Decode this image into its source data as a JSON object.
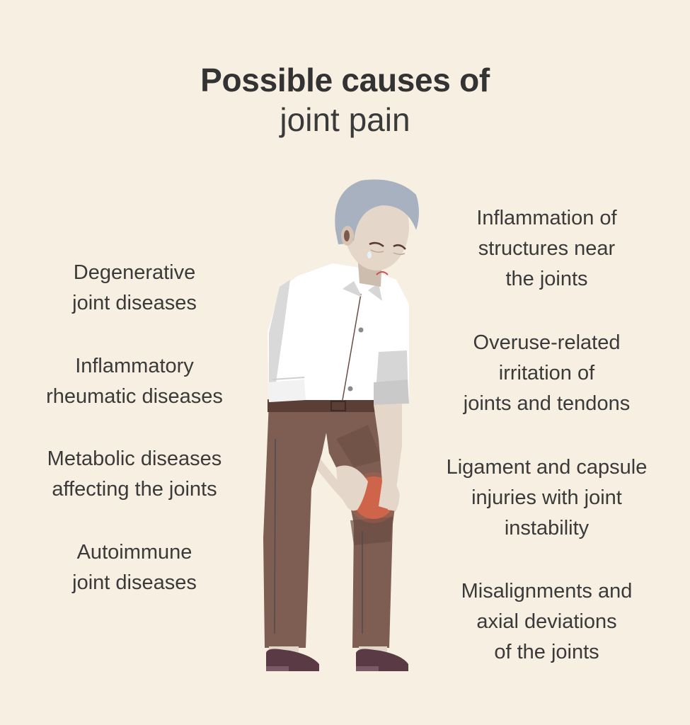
{
  "title": {
    "line1": "Possible causes of",
    "line2": "joint pain"
  },
  "left_causes": [
    {
      "text": "Degenerative\njoint diseases"
    },
    {
      "text": "Inflammatory\nrheumatic diseases"
    },
    {
      "text": "Metabolic diseases\naffecting the joints"
    },
    {
      "text": "Autoimmune\njoint diseases"
    }
  ],
  "right_causes": [
    {
      "text": "Inflammation of\nstructures near\nthe joints"
    },
    {
      "text": "Overuse-related\nirritation of\njoints and tendons"
    },
    {
      "text": "Ligament and capsule\ninjuries with joint\ninstability"
    },
    {
      "text": "Misalignments and\naxial deviations\nof the joints"
    }
  ],
  "illustration": {
    "subject": "elderly-man-holding-painful-knee",
    "colors": {
      "background": "#f7f0e2",
      "hair": "#a7b1bf",
      "skin": "#e4d6c8",
      "shirt": "#ffffff",
      "shirt_shadow": "#d6d6d6",
      "trousers": "#7e5e52",
      "trousers_dark": "#6a4c43",
      "belt": "#5b3e36",
      "shoes": "#5a3a45",
      "pain_spot": "#d2654a"
    }
  }
}
